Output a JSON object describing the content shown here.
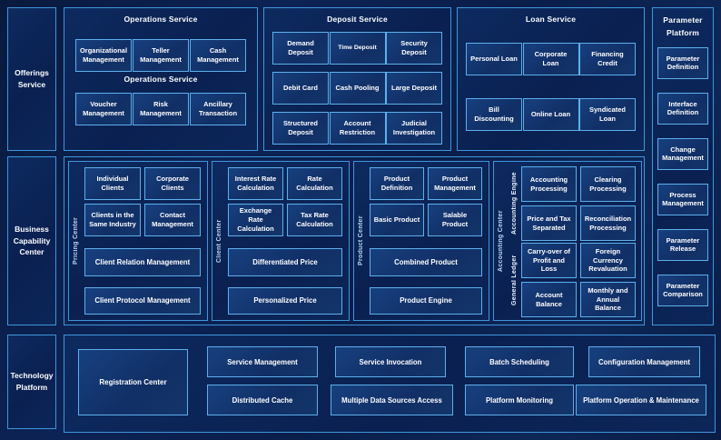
{
  "colors": {
    "background": "#0a1e4a",
    "panel_border": "#3f96dd",
    "box_border": "#5db0ec",
    "box_fill": "#143a75",
    "text": "#ffffff",
    "vertical_label": "#b9d8f6"
  },
  "top": {
    "offerings_label": "Offerings Service",
    "operations": {
      "title": "Operations Service",
      "row1": [
        "Organizational Management",
        "Teller Management",
        "Cash Management"
      ],
      "mid_label": "Operations Service",
      "row2": [
        "Voucher Management",
        "Risk Management",
        "Ancillary Transaction"
      ]
    },
    "deposit": {
      "title": "Deposit Service",
      "items": [
        "Demand Deposit",
        "Time Deposit",
        "Security Deposit",
        "Debit Card",
        "Cash Pooling",
        "Large Deposit",
        "Structured Deposit",
        "Account Restriction",
        "Judicial Investigation"
      ]
    },
    "loan": {
      "title": "Loan Service",
      "items": [
        "Personal Loan",
        "Corporate Loan",
        "Financing Credit",
        "Bill Discounting",
        "Online Loan",
        "Syndicated Loan"
      ]
    }
  },
  "param": {
    "title": "Parameter Platform",
    "items": [
      "Parameter Definition",
      "Interface Definition",
      "Change Management",
      "Process Management",
      "Parameter Release",
      "Parameter Comparison"
    ]
  },
  "mid": {
    "sidebar_label": "Business Capability Center",
    "pricing": {
      "vlabel": "Pricing Center",
      "grid": [
        "Individual Clients",
        "Corporate Clients",
        "Clients in the Same Industry",
        "Contact Management"
      ],
      "wide": [
        "Client Relation Management",
        "Client Protocol Management"
      ]
    },
    "client": {
      "vlabel": "Client Center",
      "grid": [
        "Interest Rate Calculation",
        "Rate Calculation",
        "Exchange Rate Calculation",
        "Tax Rate Calculation"
      ],
      "wide": [
        "Differentiated Price",
        "Personalized Price"
      ]
    },
    "product": {
      "vlabel": "Product Center",
      "grid": [
        "Product Definition",
        "Product Management",
        "Basic Product",
        "Salable Product"
      ],
      "wide": [
        "Combined Product",
        "Product Engine"
      ]
    },
    "accounting": {
      "vlabel": "Accounting Center",
      "groups": [
        {
          "vlabel": "Accounting Engine",
          "items": [
            "Accounting Processing",
            "Clearing Processing",
            "Price and Tax Separated",
            "Reconciliation Processing"
          ]
        },
        {
          "vlabel": "General Ledger",
          "items": [
            "Carry-over of Profit and Loss",
            "Foreign Currency Revaluation",
            "Account Balance",
            "Monthly and Annual Balance"
          ]
        }
      ]
    }
  },
  "bottom": {
    "sidebar_label": "Technology Platform",
    "registration": "Registration Center",
    "columns": [
      [
        "Service Management",
        "Distributed Cache"
      ],
      [
        "Service Invocation",
        "Multiple Data Sources Access"
      ],
      [
        "Batch Scheduling",
        "Platform Monitoring"
      ],
      [
        "Configuration Management",
        "Platform Operation & Maintenance"
      ]
    ]
  }
}
